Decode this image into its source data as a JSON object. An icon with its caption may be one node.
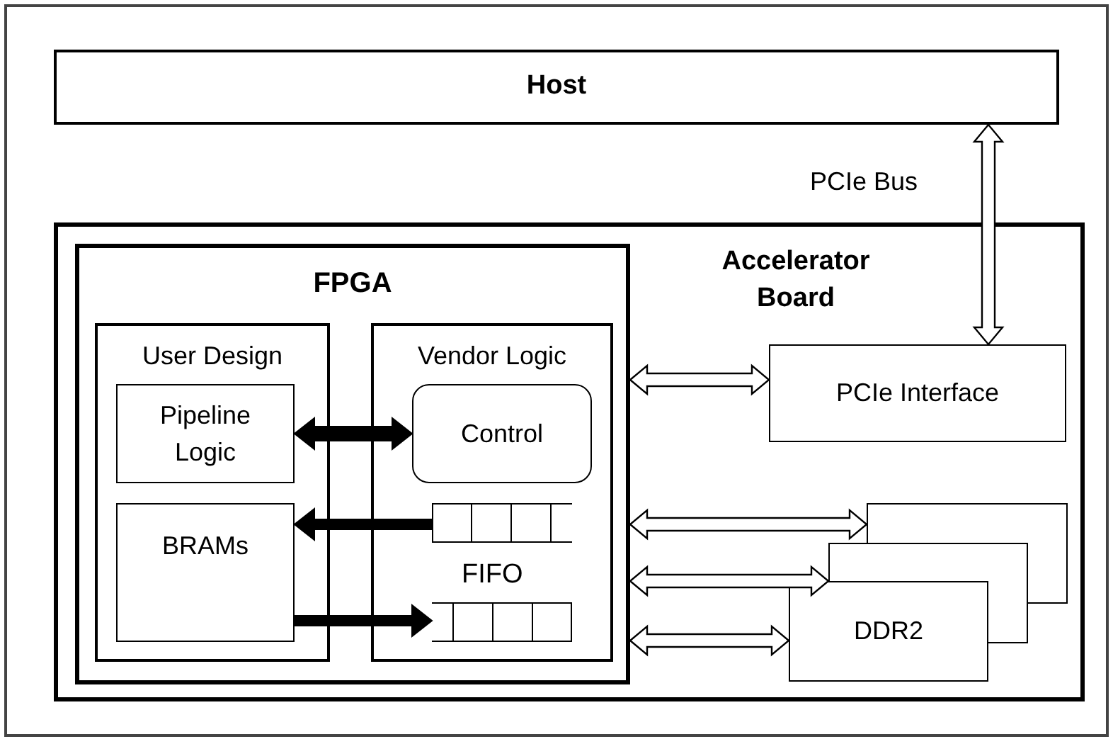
{
  "diagram": {
    "nodes": [
      {
        "text": [
          "Host"
        ]
      },
      {
        "text": [
          "Accelerator Board"
        ]
      },
      {
        "text": [
          "FPGA"
        ],
        "in": 1
      },
      {
        "text": [
          "User Design"
        ],
        "in": 2
      },
      {
        "text": [
          "Pipeline Logic"
        ],
        "in": 3
      },
      {
        "text": [
          "BRAMs"
        ],
        "in": 3
      },
      {
        "text": [
          "Vendor Logic"
        ],
        "in": 2
      },
      {
        "text": [
          "Control"
        ],
        "in": 6
      },
      {
        "text": [],
        "shape": "queue",
        "in": 6
      },
      {
        "text": [],
        "shape": "queue",
        "in": 6
      },
      {
        "text": [
          "PCIe Interface"
        ],
        "in": 1
      },
      {
        "text": [
          "DDR2"
        ],
        "in": 1
      }
    ],
    "edges": [
      {
        "from": 0,
        "to": 10,
        "arrow": "both",
        "label": "PCIe Bus"
      },
      {
        "from": 2,
        "to": 10,
        "arrow": "both"
      },
      {
        "from": 2,
        "to": 11,
        "arrow": "both"
      },
      {
        "from": 2,
        "to": 11,
        "arrow": "both"
      },
      {
        "from": 2,
        "to": 11,
        "arrow": "both"
      },
      {
        "from": 4,
        "to": 7,
        "arrow": "both",
        "style": "thick"
      },
      {
        "from": 8,
        "to": 5,
        "arrow": "to",
        "style": "thick"
      },
      {
        "from": 5,
        "to": 9,
        "arrow": "to",
        "style": "thick"
      }
    ],
    "labels": [
      "FIFO"
    ]
  }
}
